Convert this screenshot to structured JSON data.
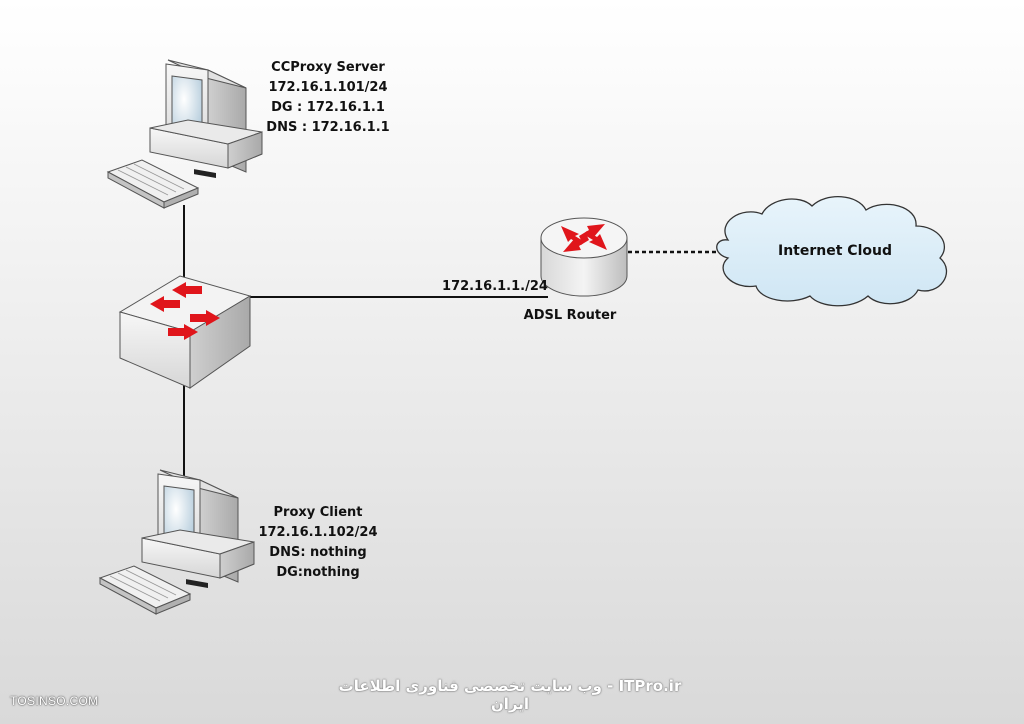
{
  "server": {
    "name": "CCProxy Server",
    "ip": "172.16.1.101/24",
    "gateway": "DG : 172.16.1.1",
    "dns": "DNS : 172.16.1.1"
  },
  "client": {
    "name": "Proxy Client",
    "ip": "172.16.1.102/24",
    "dns": "DNS: nothing",
    "gateway": "DG:nothing"
  },
  "router": {
    "name": "ADSL Router",
    "link_ip": "172.16.1.1./24"
  },
  "cloud": {
    "name": "Internet Cloud"
  },
  "footer": {
    "left": "TOSINSO.COM",
    "center": "ITPro.ir - وب سایت تخصصی فناوری اطلاعات ایران"
  },
  "colors": {
    "arrow": "#e0151b",
    "cloud_fill": "#dceef8",
    "cloud_stroke": "#333333",
    "device_body": "#f2f2f2",
    "device_stroke": "#555555",
    "link": "#111111"
  },
  "icons": [
    "computer-icon",
    "switch-icon",
    "router-icon",
    "cloud-icon"
  ]
}
